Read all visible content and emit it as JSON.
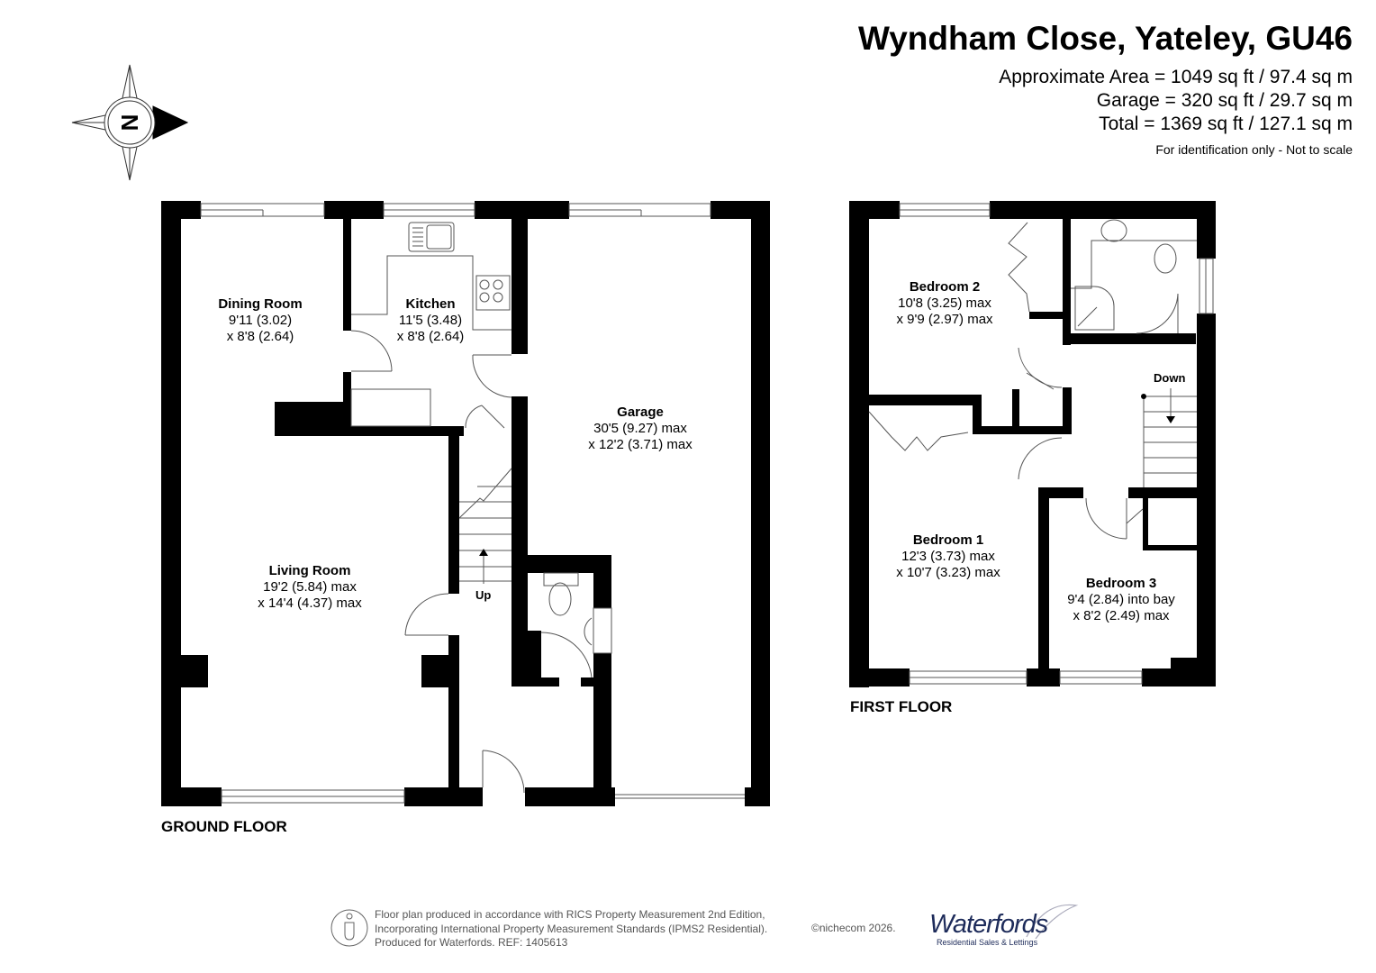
{
  "header": {
    "title": "Wyndham Close, Yateley, GU46",
    "approx_area": "Approximate Area = 1049 sq ft / 97.4 sq m",
    "garage_area": "Garage = 320 sq ft / 29.7 sq m",
    "total_area": "Total = 1369 sq ft / 127.1 sq m",
    "note": "For identification only - Not to scale"
  },
  "compass": {
    "label": "N",
    "icon": "compass-rose-icon"
  },
  "ground_floor": {
    "label": "GROUND FLOOR",
    "rooms": [
      {
        "name": "Dining Room",
        "dim1": "9'11 (3.02)",
        "dim2": "x 8'8 (2.64)"
      },
      {
        "name": "Kitchen",
        "dim1": "11'5 (3.48)",
        "dim2": "x 8'8 (2.64)"
      },
      {
        "name": "Garage",
        "dim1": "30'5 (9.27) max",
        "dim2": "x 12'2 (3.71) max"
      },
      {
        "name": "Living Room",
        "dim1": "19'2 (5.84) max",
        "dim2": "x 14'4 (4.37) max"
      }
    ],
    "stairs_label": "Up"
  },
  "first_floor": {
    "label": "FIRST FLOOR",
    "rooms": [
      {
        "name": "Bedroom 2",
        "dim1": "10'8 (3.25) max",
        "dim2": "x 9'9 (2.97) max"
      },
      {
        "name": "Bedroom 1",
        "dim1": "12'3 (3.73) max",
        "dim2": "x 10'7 (3.23) max"
      },
      {
        "name": "Bedroom 3",
        "dim1": "9'4 (2.84) into bay",
        "dim2": "x 8'2 (2.49) max"
      }
    ],
    "stairs_label": "Down"
  },
  "footer": {
    "line1": "Floor plan produced in accordance with RICS Property Measurement 2nd Edition,",
    "line2": "Incorporating International Property Measurement Standards (IPMS2 Residential).",
    "line3": "Produced for Waterfords.   REF:  1405613",
    "copyright": "©nichecom 2026.",
    "icon": "person-icon"
  },
  "logo": {
    "brand": "Waterfords",
    "tagline": "Residential Sales & Lettings",
    "color": "#1d2b5a"
  }
}
